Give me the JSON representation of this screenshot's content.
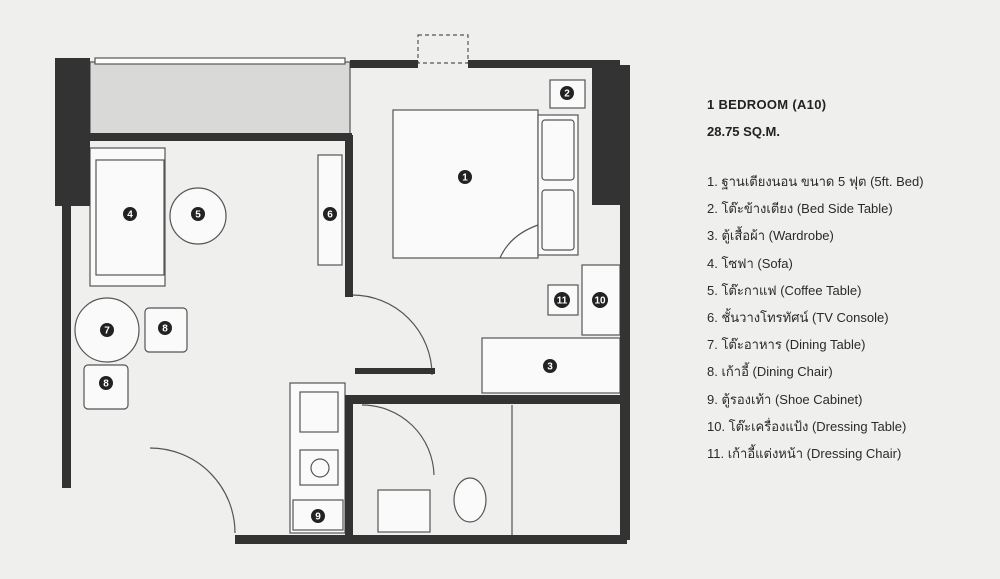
{
  "unit": {
    "title": "1 BEDROOM (A10)",
    "area": "28.75 SQ.M."
  },
  "legend": [
    "1. ฐานเตียงนอน ขนาด 5 ฟุต (5ft. Bed)",
    "2. โต๊ะข้างเตียง (Bed Side Table)",
    "3. ตู้เสื้อผ้า (Wardrobe)",
    "4. โซฟา (Sofa)",
    "5. โต๊ะกาแฟ (Coffee Table)",
    "6. ชั้นวางโทรทัศน์ (TV Console)",
    "7. โต๊ะอาหาร (Dining Table)",
    "8. เก้าอี้ (Dining Chair)",
    "9. ตู้รองเท้า (Shoe Cabinet)",
    "10. โต๊ะเครื่องแป้ง (Dressing Table)",
    "11. เก้าอี้แต่งหน้า (Dressing Chair)"
  ],
  "markers": [
    "1",
    "2",
    "3",
    "4",
    "5",
    "6",
    "7",
    "8",
    "8",
    "9",
    "10",
    "11"
  ]
}
